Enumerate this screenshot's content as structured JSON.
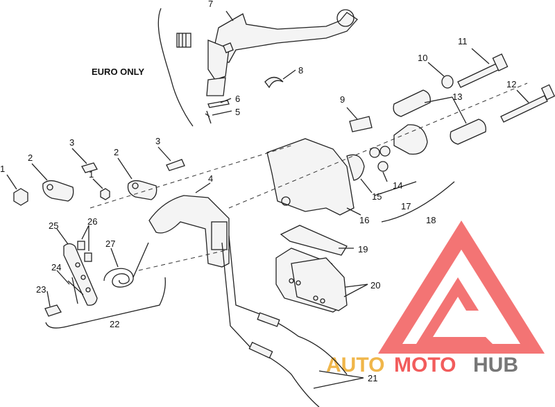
{
  "diagram": {
    "euro_label": "EURO ONLY",
    "callouts": {
      "c1": "1",
      "c2a": "2",
      "c2b": "2",
      "c3a": "3",
      "c3b": "3",
      "c4": "4",
      "c5": "5",
      "c6": "6",
      "c7": "7",
      "c8": "8",
      "c9": "9",
      "c10": "10",
      "c11": "11",
      "c12": "12",
      "c13": "13",
      "c14": "14",
      "c15": "15",
      "c16": "16",
      "c17": "17",
      "c18": "18",
      "c19": "19",
      "c20": "20",
      "c21": "21",
      "c22": "22",
      "c23": "23",
      "c24": "24",
      "c25": "25",
      "c26": "26",
      "c27": "27"
    }
  },
  "watermark": {
    "word_auto": "AUTO",
    "word_moto": "MOTO",
    "word_hub": "HUB",
    "colors": {
      "logo_red": "#f25c5c",
      "auto": "#f0b64a",
      "moto": "#f25c5c",
      "hub": "#777777"
    }
  }
}
